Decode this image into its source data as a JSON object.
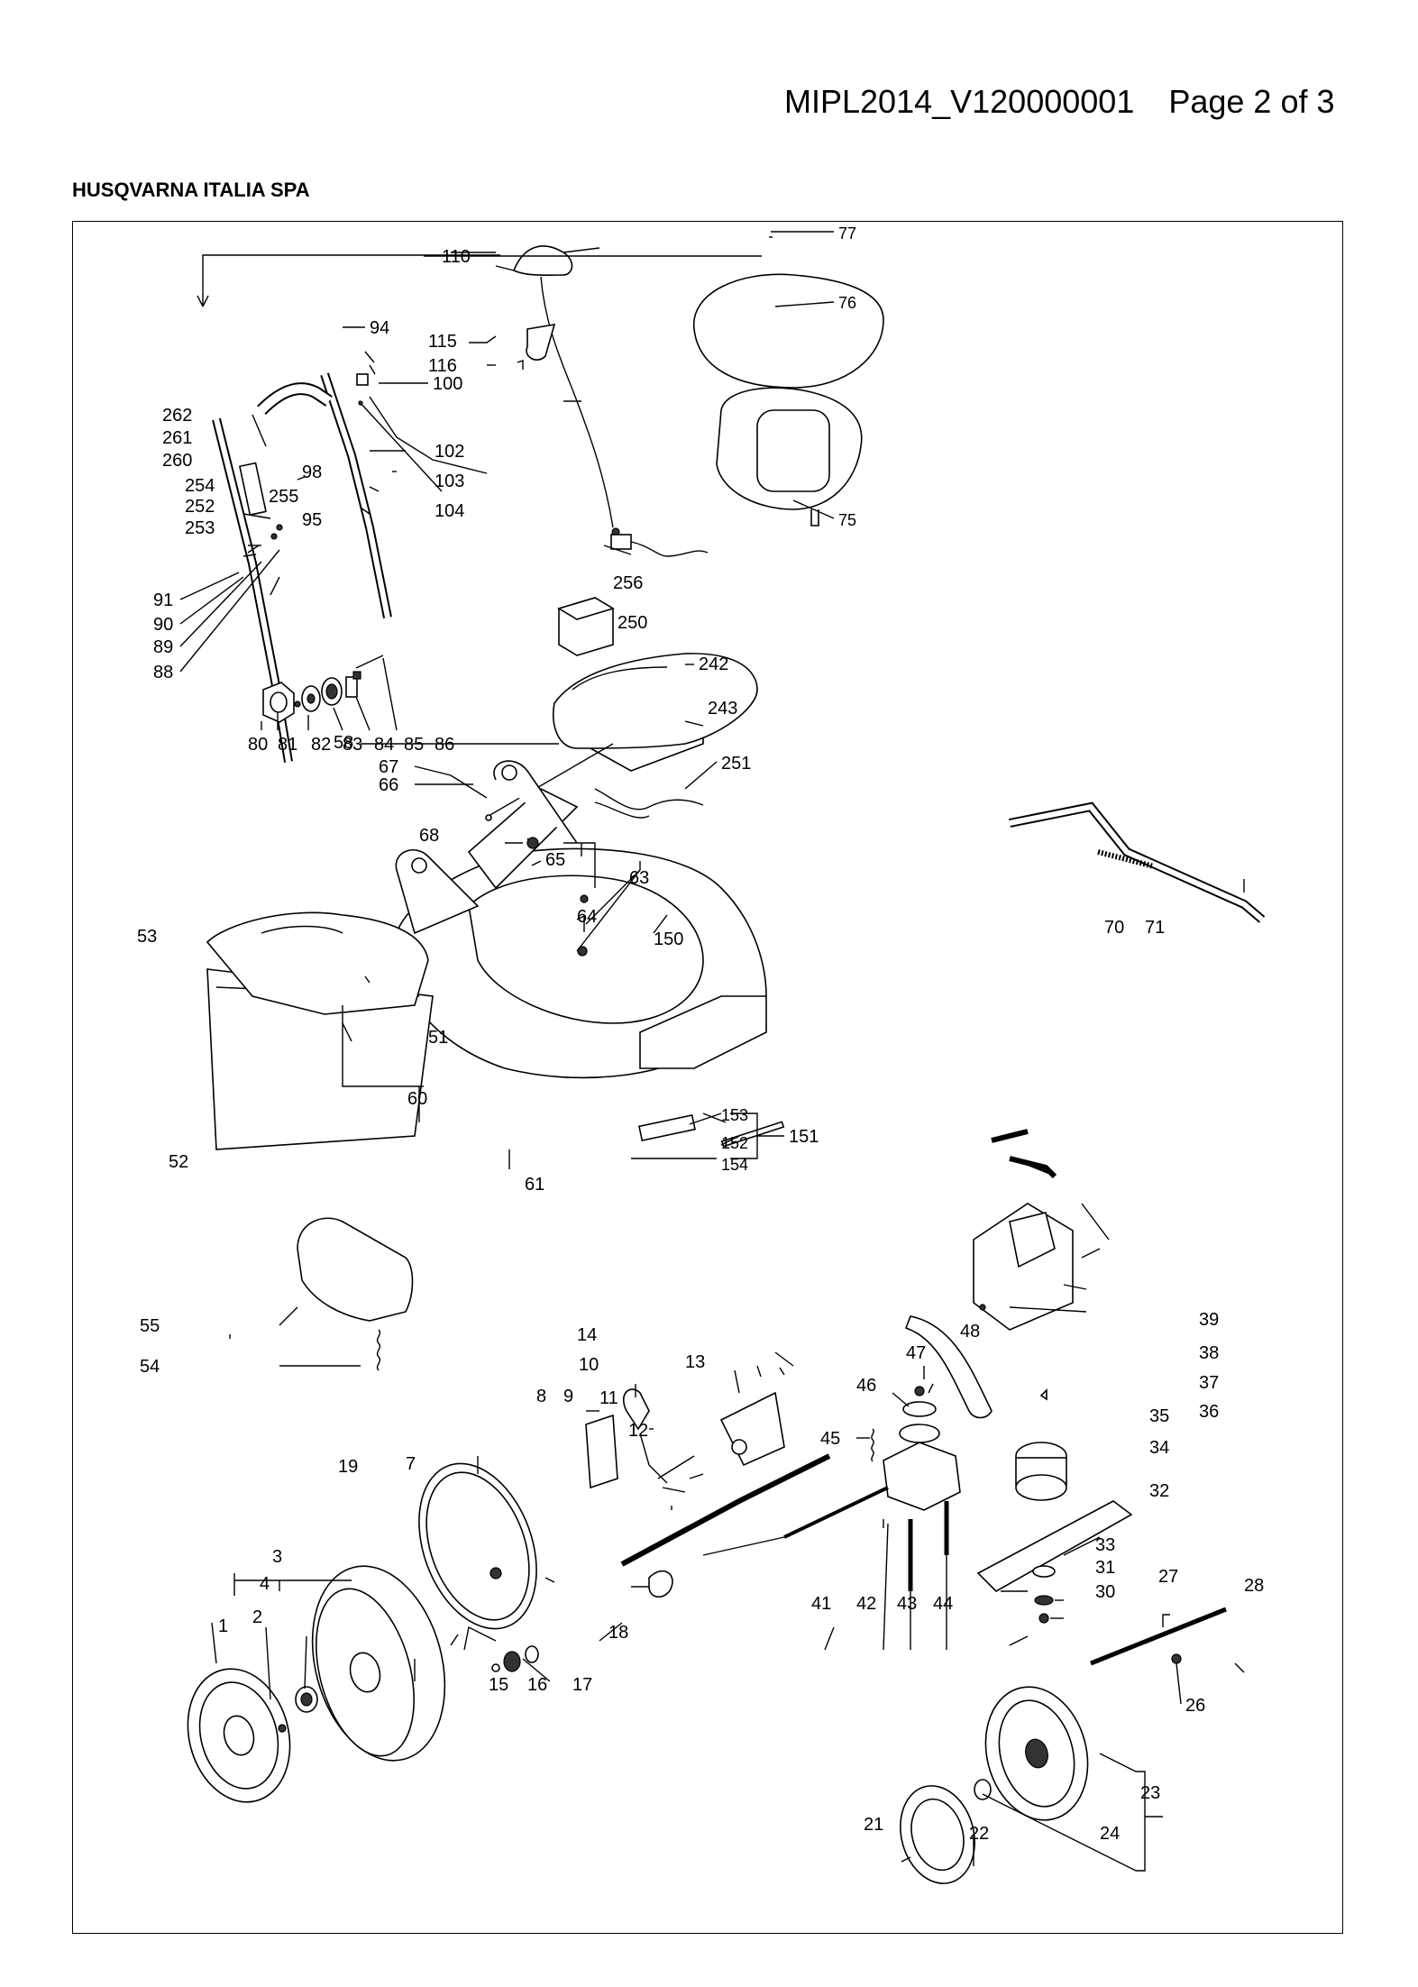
{
  "header": {
    "doc_id": "MIPL2014_V120000001",
    "page": "Page 2 of 3",
    "company": "HUSQVARNA ITALIA SPA"
  },
  "callouts": {
    "c1": "1",
    "c2": "2",
    "c3": "3",
    "c4": "4",
    "c7": "7",
    "c8": "8",
    "c9": "9",
    "c10": "10",
    "c11": "11",
    "c12": "12",
    "c13": "13",
    "c14": "14",
    "c15": "15",
    "c16": "16",
    "c17": "17",
    "c18": "18",
    "c19": "19",
    "c21": "21",
    "c22": "22",
    "c23": "23",
    "c24": "24",
    "c26": "26",
    "c27": "27",
    "c28": "28",
    "c30": "30",
    "c31": "31",
    "c32": "32",
    "c33": "33",
    "c34": "34",
    "c35": "35",
    "c36": "36",
    "c37": "37",
    "c38": "38",
    "c39": "39",
    "c41": "41",
    "c42": "42",
    "c43": "43",
    "c44": "44",
    "c45": "45",
    "c46": "46",
    "c47": "47",
    "c48": "48",
    "c51": "51",
    "c52": "52",
    "c53": "53",
    "c54": "54",
    "c55": "55",
    "c58": "58",
    "c60": "60",
    "c61": "61",
    "c63": "63",
    "c64": "64",
    "c65": "65",
    "c66": "66",
    "c67": "67",
    "c68": "68",
    "c70": "70",
    "c71": "71",
    "c75": "75",
    "c76": "76",
    "c77": "77",
    "c80": "80",
    "c81": "81",
    "c82": "82",
    "c83": "83",
    "c84": "84",
    "c85": "85",
    "c86": "86",
    "c88": "88",
    "c89": "89",
    "c90": "90",
    "c91": "91",
    "c94": "94",
    "c95": "95",
    "c98": "98",
    "c100": "100",
    "c102": "102",
    "c103": "103",
    "c104": "104",
    "c110": "110",
    "c115": "115",
    "c116": "116",
    "c150": "150",
    "c151": "151",
    "c152": "152",
    "c153": "153",
    "c154": "154",
    "c242": "242",
    "c243": "243",
    "c250": "250",
    "c251": "251",
    "c252": "252",
    "c253": "253",
    "c254": "254",
    "c255": "255",
    "c256": "256",
    "c260": "260",
    "c261": "261",
    "c262": "262"
  }
}
